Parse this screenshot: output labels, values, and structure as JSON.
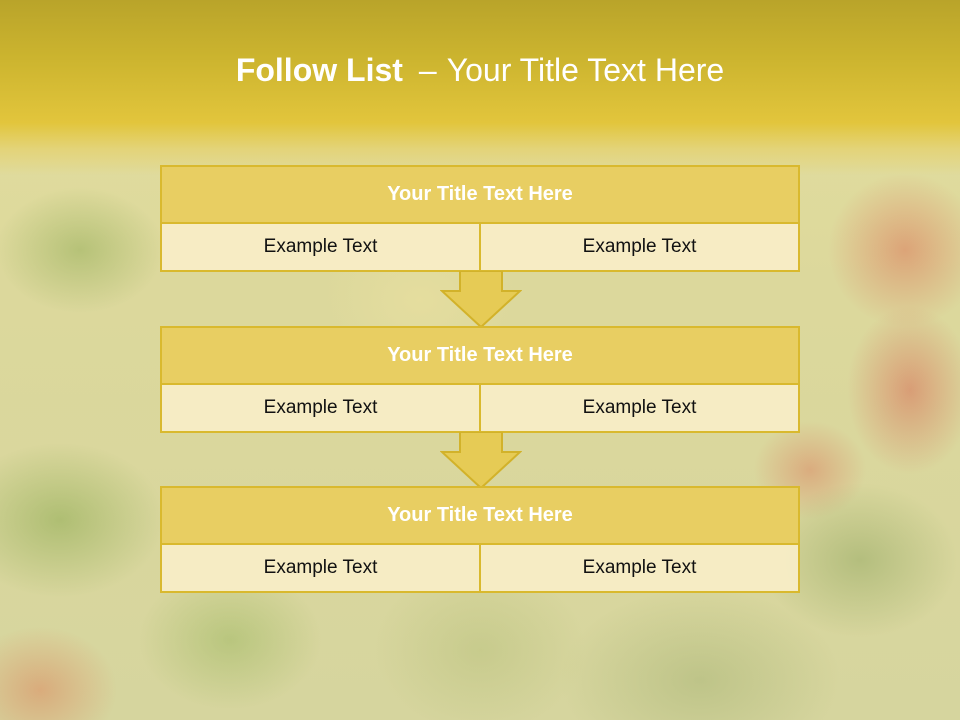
{
  "slide": {
    "title_bold": "Follow List",
    "title_dash": "–",
    "title_rest": "Your Title Text Here"
  },
  "blocks": [
    {
      "title": "Your Title Text Here",
      "left_text": "Example Text",
      "right_text": "Example Text"
    },
    {
      "title": "Your Title Text Here",
      "left_text": "Example Text",
      "right_text": "Example Text"
    },
    {
      "title": "Your Title Text Here",
      "left_text": "Example Text",
      "right_text": "Example Text"
    }
  ],
  "colors": {
    "accent": "#e2c53c",
    "header_fill": "#e8ce62",
    "border": "#d9b92e",
    "cell_fill": "#f6ecc6"
  },
  "icons": [
    "down-arrow-icon"
  ]
}
